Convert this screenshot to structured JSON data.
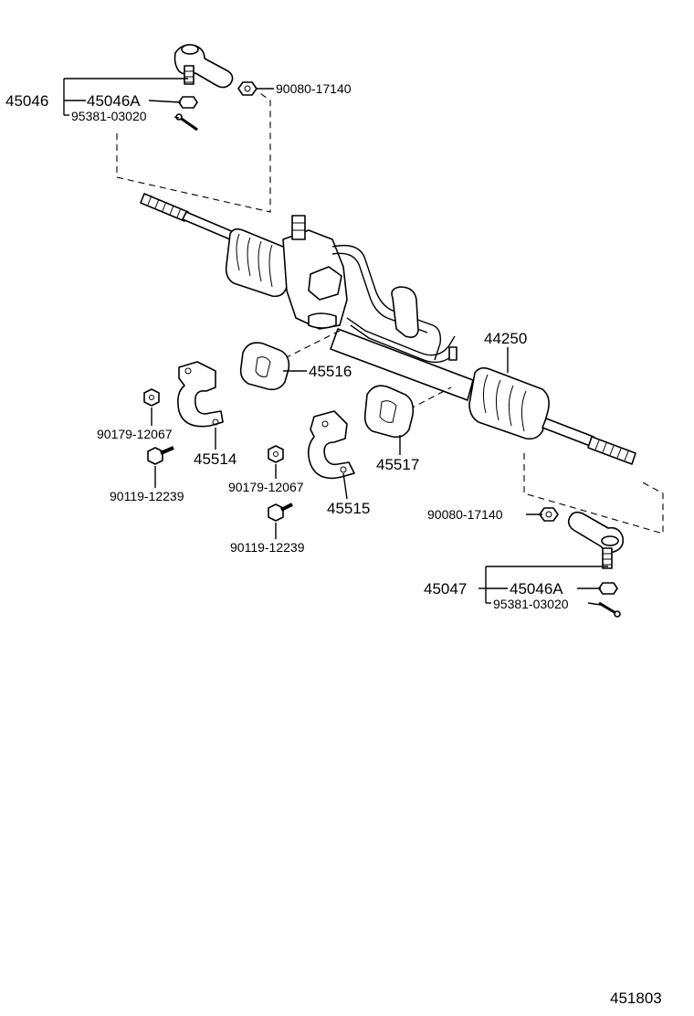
{
  "diagram_id": "451803",
  "tie_rod_end_lh": {
    "assembly": "45046",
    "nut": "45046A",
    "pin": "95381-03020",
    "lock_nut": "90080-17140"
  },
  "tie_rod_end_rh": {
    "assembly": "45047",
    "nut": "45046A",
    "pin": "95381-03020",
    "lock_nut": "90080-17140"
  },
  "gear_assembly": "44250",
  "grommet_lh": "45516",
  "grommet_rh": "45517",
  "bracket_lh": {
    "part": "45514",
    "nut": "90179-12067",
    "bolt": "90119-12239"
  },
  "bracket_rh": {
    "part": "45515",
    "nut": "90179-12067",
    "bolt": "90119-12239"
  }
}
